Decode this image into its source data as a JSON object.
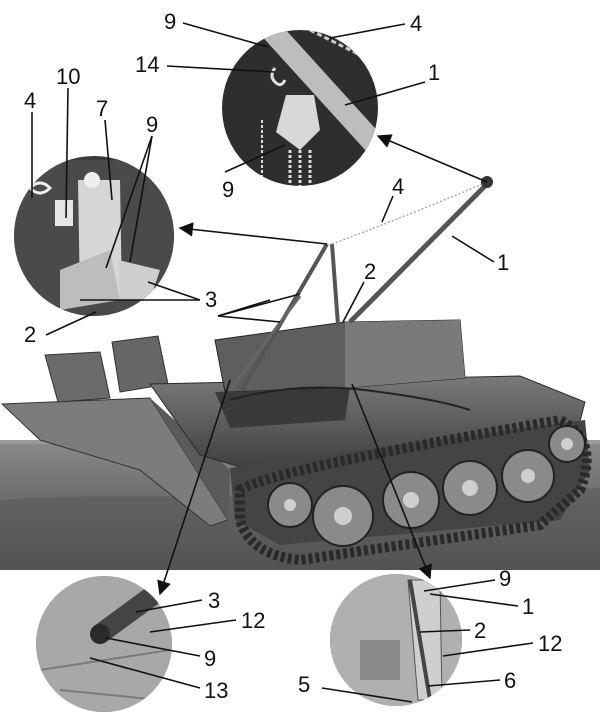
{
  "callouts": {
    "top_9": "9",
    "top_4": "4",
    "top_14": "14",
    "top_1": "1",
    "top_9b": "9",
    "left_10": "10",
    "left_4": "4",
    "left_7": "7",
    "left_9": "9",
    "left_3": "3",
    "left_2": "2",
    "main_4": "4",
    "main_1": "1",
    "main_2": "2",
    "bl_3": "3",
    "bl_12": "12",
    "bl_9": "9",
    "bl_13": "13",
    "br_9": "9",
    "br_1": "1",
    "br_2": "2",
    "br_12": "12",
    "br_5": "5",
    "br_6": "6"
  },
  "colors": {
    "ink": "#111111",
    "photo_light": "#cfcfcf",
    "photo_dark": "#3a3a3a",
    "sky": "#efefef",
    "ground": "#6e6e6e"
  }
}
